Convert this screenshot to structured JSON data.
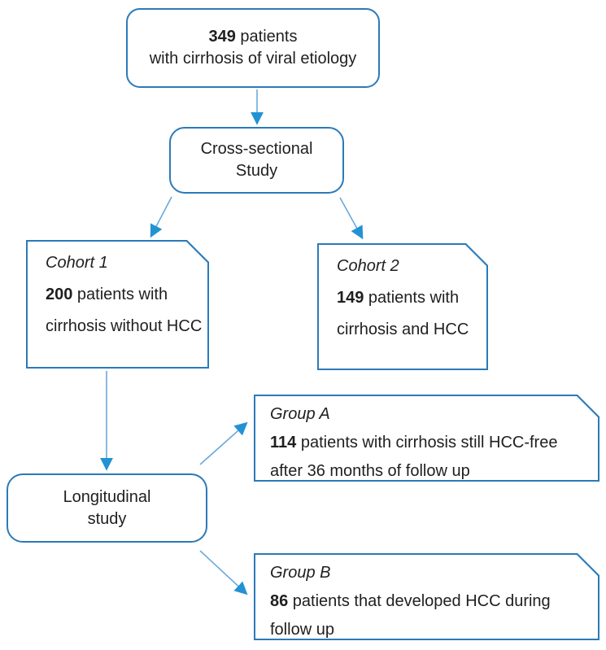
{
  "title": "Patient study flow diagram",
  "colors": {
    "box_border": "#2b7ab8",
    "arrow_line": "#6aa9dc",
    "arrow_head": "#2293d2",
    "text": "#1f1f1f",
    "background": "#ffffff"
  },
  "nodes": {
    "total": {
      "num": "349",
      "line1_rest": " patients",
      "line2": "with cirrhosis of viral etiology"
    },
    "cross_sectional": {
      "line1": "Cross-sectional",
      "line2": "Study"
    },
    "cohort1": {
      "title": "Cohort 1",
      "num": "200",
      "line2_rest": " patients with",
      "line3": "cirrhosis without HCC"
    },
    "cohort2": {
      "title": "Cohort 2",
      "num": "149",
      "line2_rest": " patients with",
      "line3": "cirrhosis and HCC"
    },
    "longitudinal": {
      "line1": "Longitudinal",
      "line2": "study"
    },
    "group_a": {
      "title": "Group A",
      "num": "114",
      "line2_rest": " patients with cirrhosis still HCC-free",
      "line3": "after 36 months of follow up"
    },
    "group_b": {
      "title": "Group B",
      "num": "86",
      "line2_rest": " patients that developed HCC during",
      "line3": "follow up"
    }
  },
  "edges": [
    {
      "from": "total",
      "to": "cross_sectional"
    },
    {
      "from": "cross_sectional",
      "to": "cohort1"
    },
    {
      "from": "cross_sectional",
      "to": "cohort2"
    },
    {
      "from": "cohort1",
      "to": "longitudinal"
    },
    {
      "from": "longitudinal",
      "to": "group_a"
    },
    {
      "from": "longitudinal",
      "to": "group_b"
    }
  ]
}
